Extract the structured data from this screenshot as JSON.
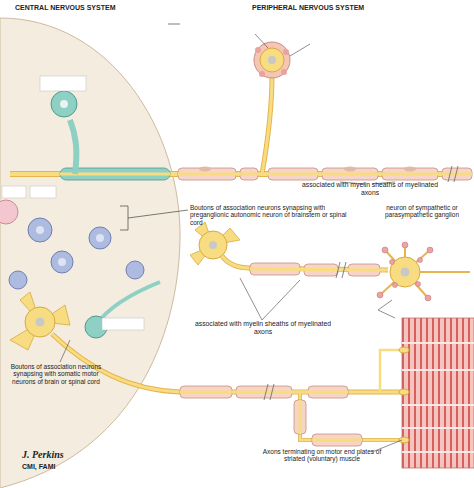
{
  "diagram": {
    "labels": [
      "CENTRAL NERVOUS SYSTEM",
      "PERIPHERAL NERVOUS SYSTEM",
      "associated with myelin sheaths of myelinated axons",
      "Boutons of association neurons synapsing with preganglionic autonomic neuron of brainstem or spinal cord",
      "neuron of sympathetic or parasympathetic ganglion",
      "associated with myelin sheaths of myelinated axons",
      "Boutons of association neurons synapsing with somatic motor neurons of brain or spinal cord",
      "Axons terminating on motor end plates of striated (voluntary) muscle",
      "J. Perkins",
      "CMI, FAMI"
    ]
  }
}
